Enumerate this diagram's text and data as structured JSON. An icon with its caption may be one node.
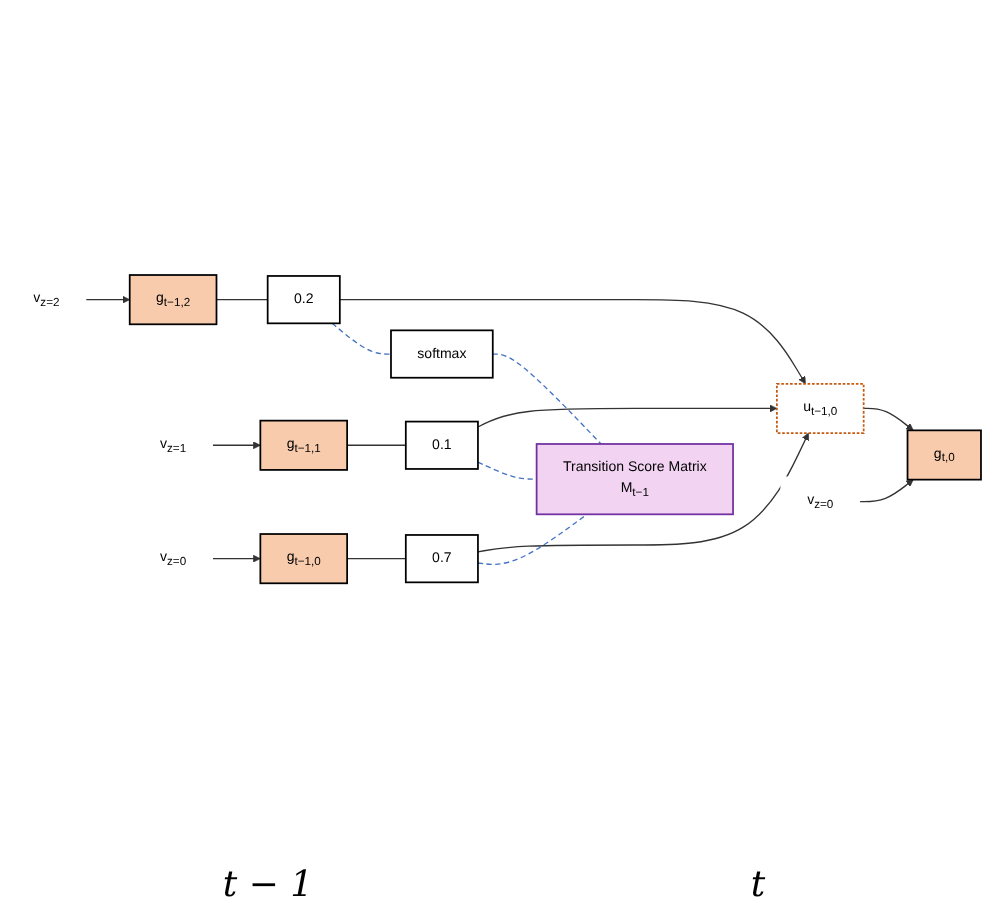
{
  "diagram": {
    "nodes": [
      {
        "text": [
          "g$_{t−1,2}$"
        ]
      },
      {
        "text": [
          "v$_{z=2}$"
        ]
      },
      {
        "text": [
          "g$_{t−1,1}$"
        ]
      },
      {
        "text": [
          "v$_{z=1}$"
        ]
      },
      {
        "text": [
          "g$_{t−1,0}$"
        ]
      },
      {
        "text": [
          "v$_{z=0}$"
        ]
      },
      {
        "text": [
          "0.2"
        ]
      },
      {
        "text": [
          "0.1"
        ]
      },
      {
        "text": [
          "0.7"
        ]
      },
      {
        "text": [
          "softmax"
        ]
      },
      {
        "text": [
          "Transition Score Matrix",
          "M$_{t−1}$"
        ]
      },
      {
        "text": [
          "u$_{t−1,0}$"
        ]
      },
      {
        "text": [
          "g$_{t,0}$"
        ]
      },
      {
        "text": [
          "v$_{z=0}$"
        ]
      }
    ],
    "edges": [
      {
        "from": 1,
        "to": 0,
        "arrow": "to"
      },
      {
        "from": 3,
        "to": 2,
        "arrow": "to"
      },
      {
        "from": 5,
        "to": 4,
        "arrow": "to"
      },
      {
        "from": 0,
        "to": 6,
        "arrow": "none"
      },
      {
        "from": 6,
        "to": 11,
        "arrow": "to"
      },
      {
        "from": 2,
        "to": 7,
        "arrow": "none"
      },
      {
        "from": 7,
        "to": 11,
        "arrow": "to"
      },
      {
        "from": 4,
        "to": 8,
        "arrow": "none"
      },
      {
        "from": 8,
        "to": 11,
        "arrow": "to"
      },
      {
        "from": 6,
        "to": 9,
        "arrow": "none",
        "style": "dashed",
        "color": "#4472c4"
      },
      {
        "from": 9,
        "to": 10,
        "arrow": "none",
        "style": "dashed",
        "color": "#4472c4"
      },
      {
        "from": 7,
        "to": 10,
        "arrow": "none",
        "style": "dashed",
        "color": "#4472c4"
      },
      {
        "from": 8,
        "to": 10,
        "arrow": "none",
        "style": "dashed",
        "color": "#4472c4"
      },
      {
        "from": 11,
        "to": 12,
        "arrow": "to"
      },
      {
        "from": 13,
        "to": 12,
        "arrow": "to"
      }
    ],
    "labels": [
      "t − 1",
      "t"
    ]
  }
}
